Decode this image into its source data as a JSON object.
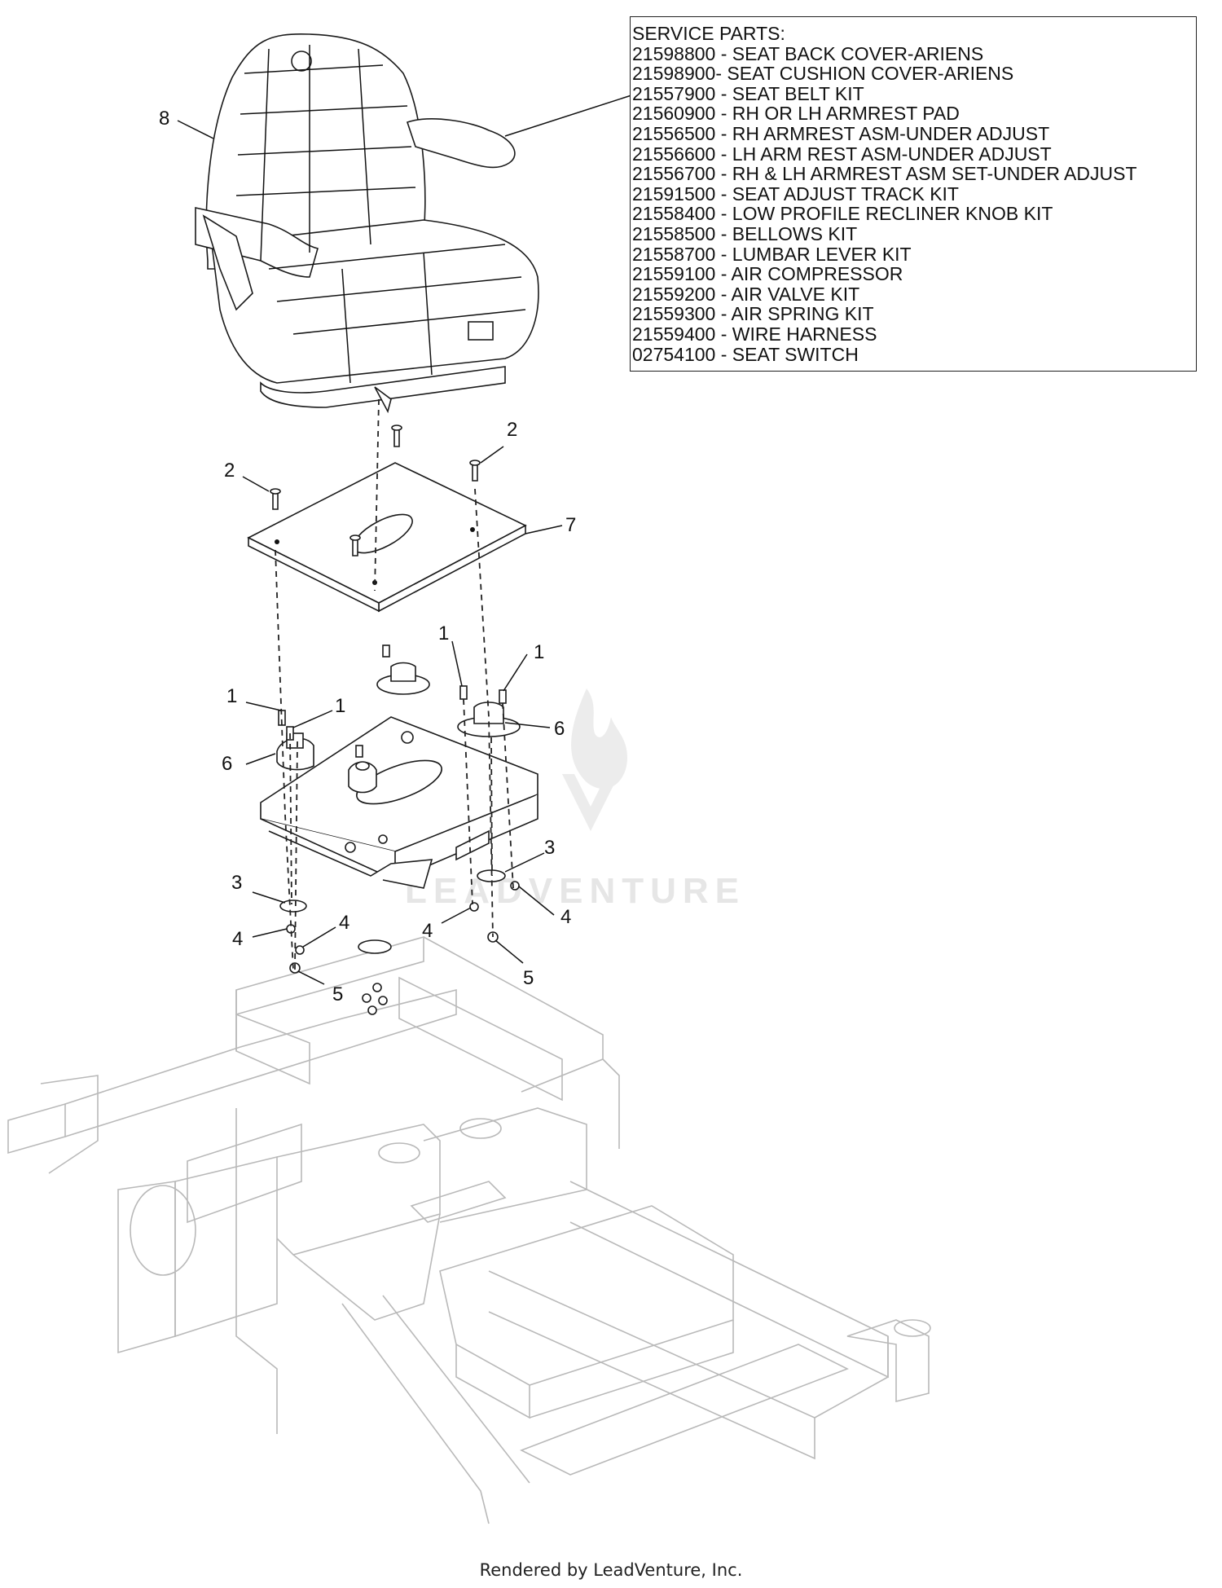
{
  "service_parts": {
    "title": "SERVICE PARTS:",
    "items": [
      "21598800 - SEAT BACK COVER-ARIENS",
      "21598900- SEAT CUSHION COVER-ARIENS",
      "21557900 - SEAT BELT KIT",
      "21560900 - RH OR LH ARMREST PAD",
      "21556500 - RH ARMREST ASM-UNDER ADJUST",
      "21556600 - LH ARM REST ASM-UNDER ADJUST",
      "21556700 - RH & LH ARMREST ASM SET-UNDER ADJUST",
      "21591500 - SEAT ADJUST TRACK KIT",
      "21558400 - LOW PROFILE RECLINER KNOB KIT",
      "21558500 - BELLOWS KIT",
      "21558700 - LUMBAR LEVER KIT",
      "21559100 - AIR COMPRESSOR",
      "21559200 - AIR VALVE KIT",
      "21559300 - AIR SPRING KIT",
      "21559400 - WIRE HARNESS",
      "02754100 - SEAT SWITCH"
    ]
  },
  "callouts": [
    "8",
    "2",
    "2",
    "7",
    "1",
    "1",
    "1",
    "1",
    "6",
    "6",
    "3",
    "3",
    "4",
    "4",
    "4",
    "4",
    "5",
    "5"
  ],
  "watermark": "LEADVENTURE",
  "footer": "Rendered by LeadVenture, Inc."
}
